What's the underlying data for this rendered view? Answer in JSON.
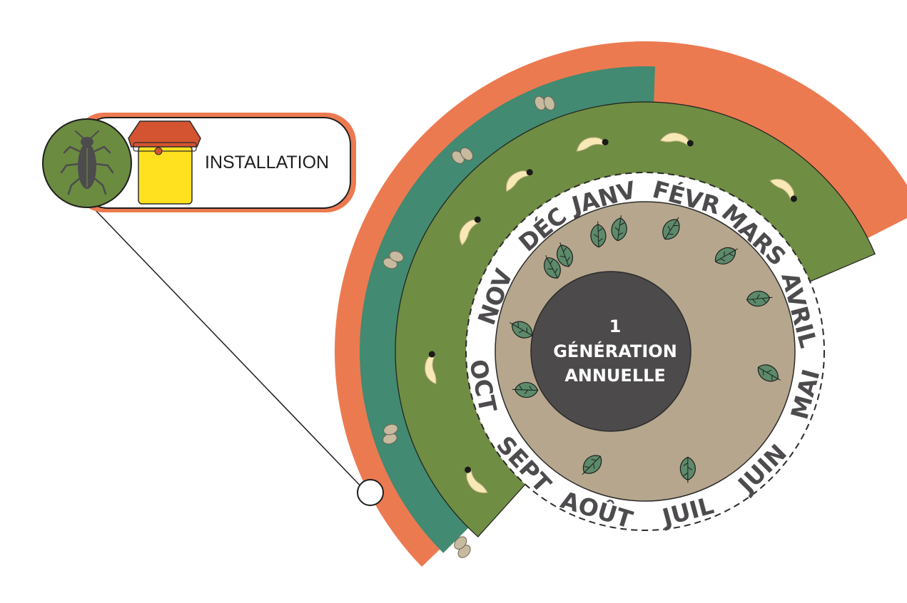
{
  "colors": {
    "outer_band": "#ec7a51",
    "teal_band": "#428a71",
    "green_band": "#6f8d43",
    "month_ring": "#ffffff",
    "leaf_ring": "#b5a68d",
    "center_disc": "#4c4a4b",
    "trap_lid": "#d45431",
    "trap_body": "#ffe11f",
    "beetle_badge": "#6b8b40",
    "larva": "#f7e8b5",
    "egg": "#c6ba9f",
    "leaf": "#5c8a6a"
  },
  "callout": {
    "label": "INSTALLATION",
    "beetle_icon": "beetle-icon",
    "trap_icon": "pheromone-trap-icon"
  },
  "center": {
    "line1": "1",
    "line2": "GÉNÉRATION",
    "line3": "ANNUELLE"
  },
  "months": [
    "JANV",
    "FÉVR",
    "MARS",
    "AVRIL",
    "MAI",
    "JUIN",
    "JUIL",
    "AOÛT",
    "SEPT",
    "OCT",
    "NOV",
    "DÉC"
  ],
  "leaf_icon": "leaf-icon",
  "larva_icon": "larva-icon",
  "egg_icon": "egg-pair-icon"
}
